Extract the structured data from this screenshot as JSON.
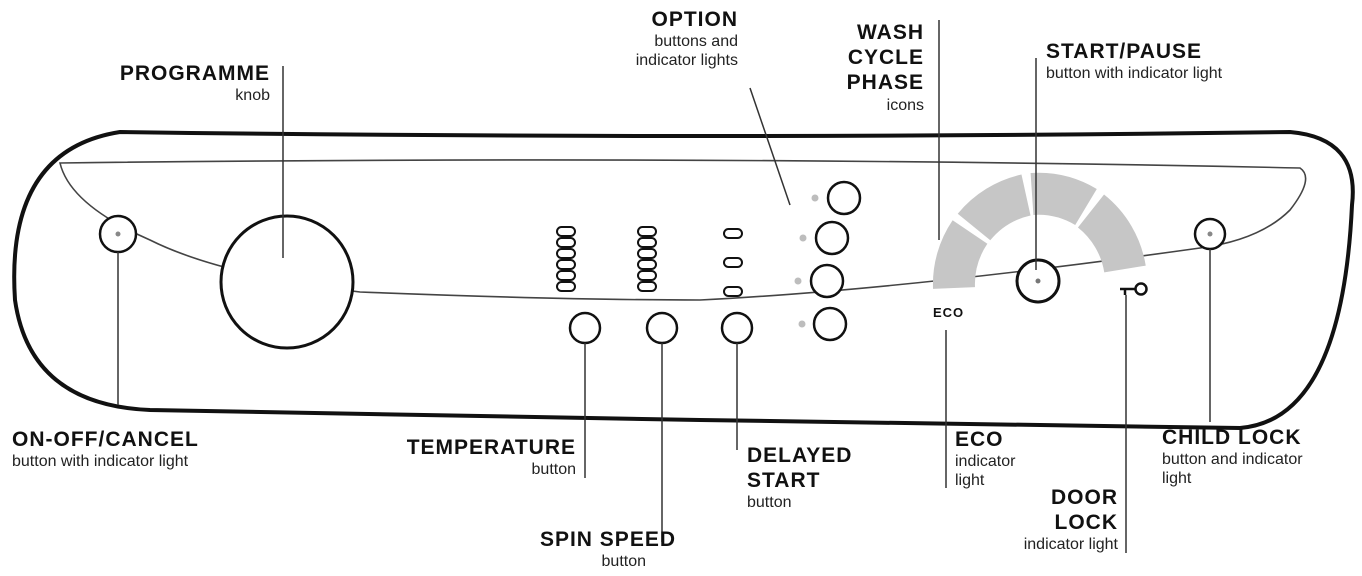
{
  "labels": {
    "programme": {
      "title": "PROGRAMME",
      "sub": "knob"
    },
    "option": {
      "title": "OPTION",
      "sub": [
        "buttons and",
        "indicator lights"
      ]
    },
    "wash_cycle_phase": {
      "title": [
        "WASH",
        "CYCLE",
        "PHASE"
      ],
      "sub": "icons"
    },
    "start_pause": {
      "title": "START/PAUSE",
      "sub": "button with indicator light"
    },
    "on_off_cancel": {
      "title": "ON-OFF/CANCEL",
      "sub": "button with indicator light"
    },
    "temperature": {
      "title": "TEMPERATURE",
      "sub": "button"
    },
    "spin_speed": {
      "title": "SPIN  SPEED",
      "sub": "button"
    },
    "delayed_start": {
      "title": [
        "DELAYED",
        "START"
      ],
      "sub": "button"
    },
    "eco": {
      "title": "ECO",
      "sub": [
        "indicator",
        "light"
      ]
    },
    "door_lock": {
      "title": [
        "DOOR",
        "LOCK"
      ],
      "sub": "indicator light"
    },
    "child_lock": {
      "title": "CHILD  LOCK",
      "sub": [
        "button and indicator",
        "light"
      ]
    }
  },
  "panel": {
    "eco_mark": "ECO",
    "icons": [
      "on-off-icon",
      "programme-knob-icon",
      "temperature-bars-icon",
      "spin-speed-bars-icon",
      "delayed-start-indicator-icon",
      "option-button-icon",
      "wash-phase-arc-icon",
      "start-pause-icon",
      "door-lock-key-icon",
      "child-lock-icon"
    ],
    "colors": {
      "outline": "#111111",
      "arc": "#c8c8c8",
      "dot": "#bdbdbd"
    }
  }
}
